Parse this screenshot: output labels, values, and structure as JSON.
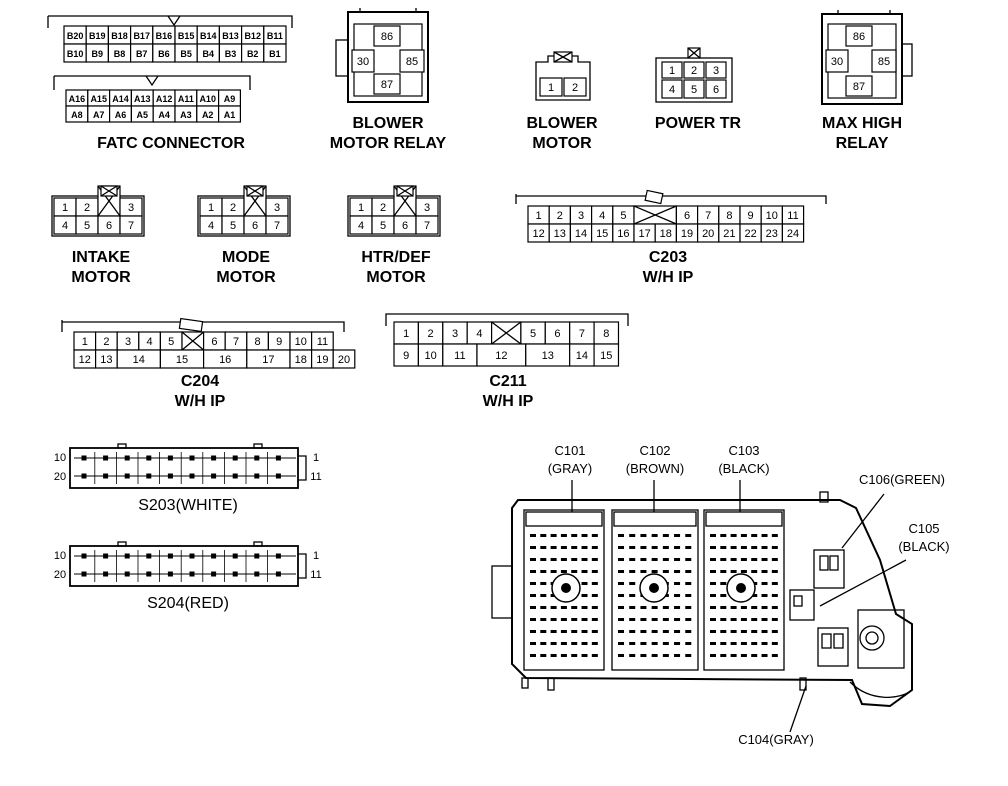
{
  "fatc": {
    "rowB_top": [
      "B20",
      "B19",
      "B18",
      "B17",
      "B16",
      "B15",
      "B14",
      "B13",
      "B12",
      "B11"
    ],
    "rowB_bot": [
      "B10",
      "B9",
      "B8",
      "B7",
      "B6",
      "B5",
      "B4",
      "B3",
      "B2",
      "B1"
    ],
    "rowA_top": [
      "A16",
      "A15",
      "A14",
      "A13",
      "A12",
      "A11",
      "A10",
      "A9"
    ],
    "rowA_bot": [
      "A8",
      "A7",
      "A6",
      "A5",
      "A4",
      "A3",
      "A2",
      "A1"
    ],
    "caption": "FATC CONNECTOR"
  },
  "blower_relay": {
    "pins": [
      "86",
      "30",
      "85",
      "87"
    ],
    "caption": [
      "BLOWER",
      "MOTOR RELAY"
    ]
  },
  "blower_motor": {
    "pins": [
      "1",
      "2"
    ],
    "caption": [
      "BLOWER",
      "MOTOR"
    ]
  },
  "power_tr": {
    "pins": [
      "1",
      "2",
      "3",
      "4",
      "5",
      "6"
    ],
    "caption": [
      "POWER TR"
    ]
  },
  "max_high": {
    "pins": [
      "86",
      "30",
      "85",
      "87"
    ],
    "caption": [
      "MAX HIGH",
      "RELAY"
    ]
  },
  "intake": {
    "top": [
      "1",
      "2",
      "3"
    ],
    "bot": [
      "4",
      "5",
      "6",
      "7"
    ],
    "caption": [
      "INTAKE",
      "MOTOR"
    ]
  },
  "mode": {
    "top": [
      "1",
      "2",
      "3"
    ],
    "bot": [
      "4",
      "5",
      "6",
      "7"
    ],
    "caption": [
      "MODE",
      "MOTOR"
    ]
  },
  "htr": {
    "top": [
      "1",
      "2",
      "3"
    ],
    "bot": [
      "4",
      "5",
      "6",
      "7"
    ],
    "caption": [
      "HTR/DEF",
      "MOTOR"
    ]
  },
  "c203": {
    "top": [
      "1",
      "2",
      "3",
      "4",
      "5",
      "6",
      "7",
      "8",
      "9",
      "10",
      "11"
    ],
    "bot": [
      "12",
      "13",
      "14",
      "15",
      "16",
      "17",
      "18",
      "19",
      "20",
      "21",
      "22",
      "23",
      "24"
    ],
    "caption": [
      "C203",
      "W/H IP"
    ]
  },
  "c204": {
    "top": [
      "1",
      "2",
      "3",
      "4",
      "5",
      "6",
      "7",
      "8",
      "9",
      "10",
      "11"
    ],
    "bot": [
      "12",
      "13",
      "14",
      "15",
      "16",
      "17",
      "18",
      "19",
      "20"
    ],
    "caption": [
      "C204",
      "W/H IP"
    ]
  },
  "c211": {
    "top": [
      "1",
      "2",
      "3",
      "4",
      "5",
      "6",
      "7",
      "8"
    ],
    "bot": [
      "9",
      "10",
      "11",
      "12",
      "13",
      "14",
      "15"
    ],
    "caption": [
      "C211",
      "W/H IP"
    ]
  },
  "s203": {
    "left_top": "10",
    "left_bot": "20",
    "right_top": "1",
    "right_bot": "11",
    "caption": "S203(WHITE)"
  },
  "s204": {
    "left_top": "10",
    "left_bot": "20",
    "right_top": "1",
    "right_bot": "11",
    "caption": "S204(RED)"
  },
  "junction": {
    "c101": [
      "C101",
      "(GRAY)"
    ],
    "c102": [
      "C102",
      "(BROWN)"
    ],
    "c103": [
      "C103",
      "(BLACK)"
    ],
    "c106": "C106(GREEN)",
    "c105": [
      "C105",
      "(BLACK)"
    ],
    "c104": "C104(GRAY)"
  }
}
